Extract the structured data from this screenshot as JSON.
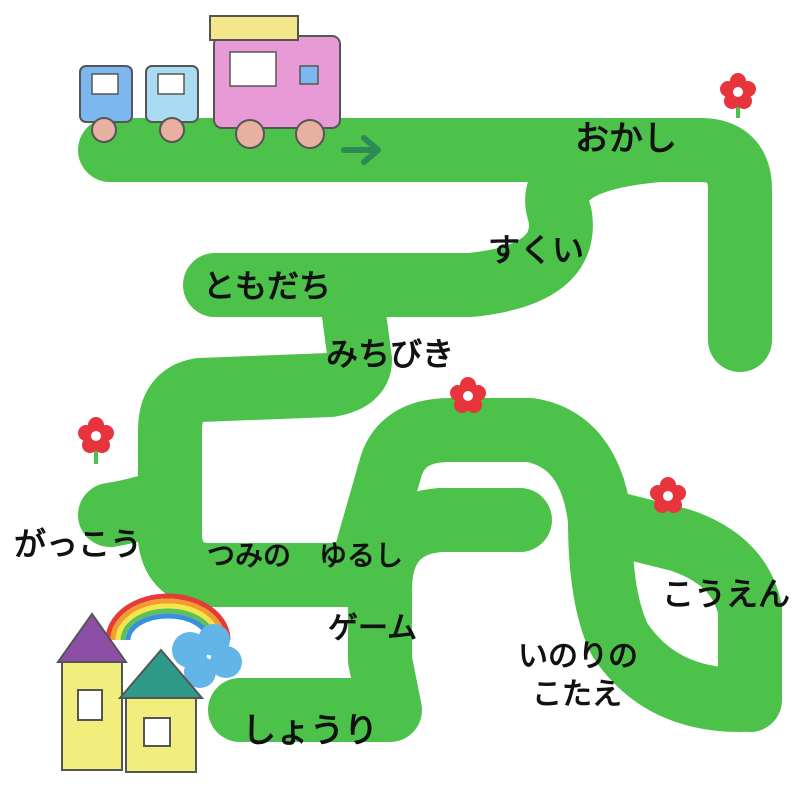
{
  "colors": {
    "path": "#4cc24a",
    "path_edge": "#3aa53b",
    "background": "#ffffff",
    "arrow": "#2e8a55",
    "flower_petal": "#e7343d",
    "flower_center": "#ffffff",
    "stem": "#4cc24a",
    "engine": "#e89ad6",
    "car1": "#7db7ef",
    "car2": "#a9dbf3",
    "house": "#f2ee7e",
    "roof_left": "#8d4fa5",
    "roof_right": "#2e9a8a",
    "cloud": "#63b5e8",
    "rainbow": [
      "#e53b3b",
      "#f29b2e",
      "#f4e64a",
      "#5cc15a",
      "#3b8fe0"
    ]
  },
  "start": {
    "icon": "train-icon",
    "direction": "arrow-right-icon"
  },
  "goal": {
    "icon": "house-icon"
  },
  "labels": {
    "okashi": "おかし",
    "sukui": "すくい",
    "tomodachi": "ともだち",
    "michibiki": "みちびき",
    "gakkou": "がっこう",
    "tsumi": "つみの　ゆるし",
    "game": "ゲーム",
    "kouen": "こうえん",
    "inori_line1": "いのりの",
    "inori_line2": "こたえ",
    "shouri": "しょうり"
  }
}
